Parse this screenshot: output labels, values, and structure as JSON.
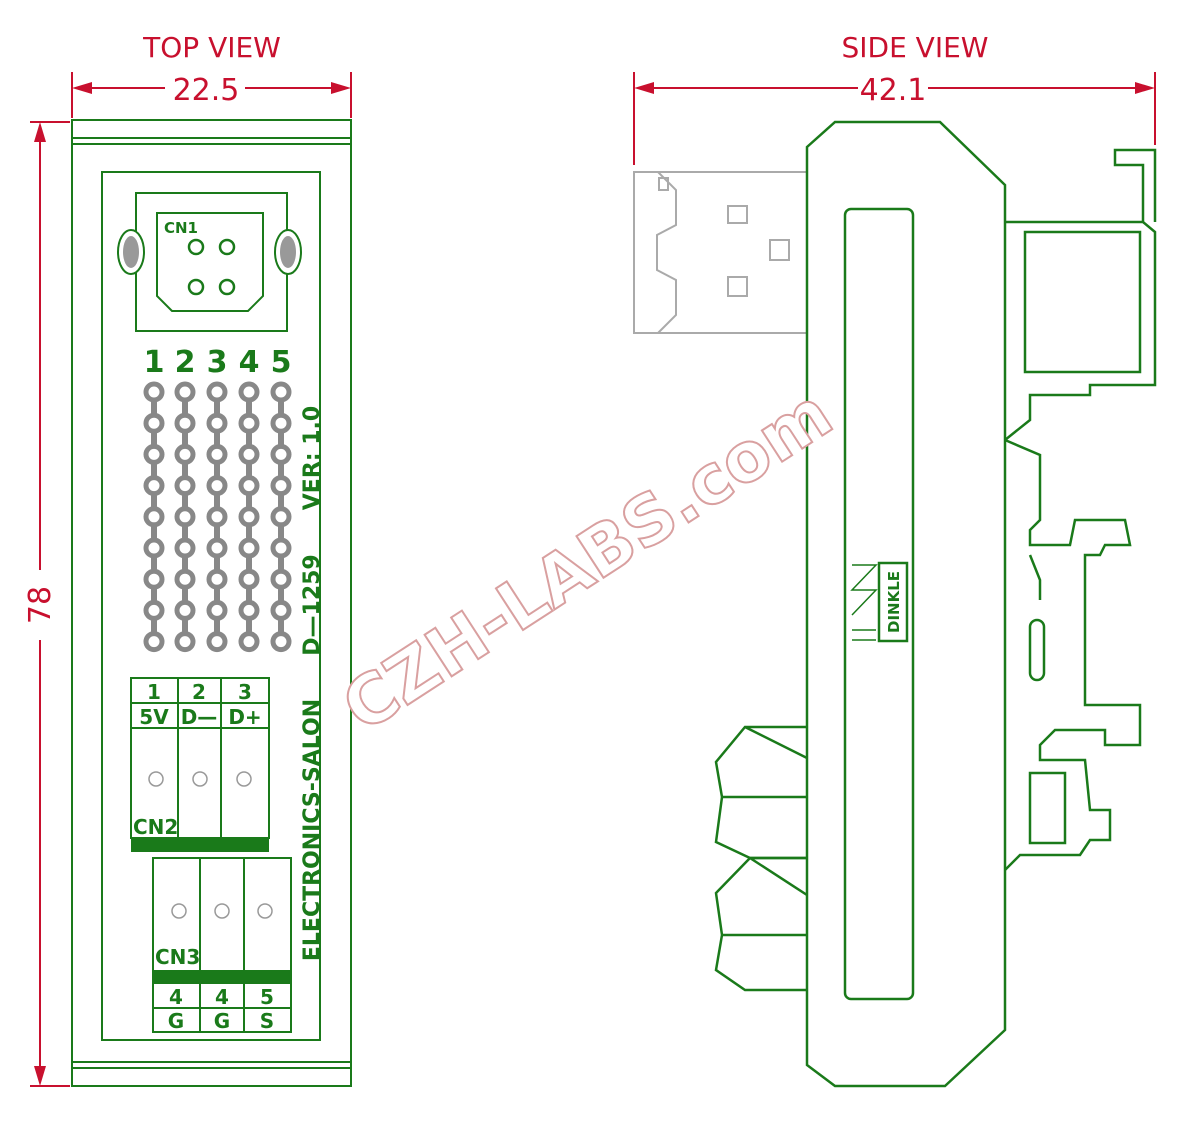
{
  "top_view": {
    "title": "TOP VIEW",
    "width_dim": "22.5",
    "height_dim": "78",
    "cn1_label": "CN1",
    "column_numbers": [
      "1",
      "2",
      "3",
      "4",
      "5"
    ],
    "ver_text": "VER: 1.0",
    "part_text": "D—1259",
    "brand_text": "ELECTRONICS-SALON",
    "cn2": {
      "label": "CN2",
      "pins": [
        {
          "num": "1",
          "name": "5V"
        },
        {
          "num": "2",
          "name": "D—"
        },
        {
          "num": "3",
          "name": "D+"
        }
      ]
    },
    "cn3": {
      "label": "CN3",
      "pins": [
        {
          "num": "4",
          "name": "G"
        },
        {
          "num": "4",
          "name": "G"
        },
        {
          "num": "5",
          "name": "S"
        }
      ]
    }
  },
  "side_view": {
    "title": "SIDE VIEW",
    "width_dim": "42.1",
    "maker_label": "DINKLE"
  },
  "watermark": "CZH-LABS.com",
  "colors": {
    "dimension": "#c8102e",
    "outline": "#1a7a1a",
    "connector": "#aaaaaa",
    "hole": "#888888"
  }
}
